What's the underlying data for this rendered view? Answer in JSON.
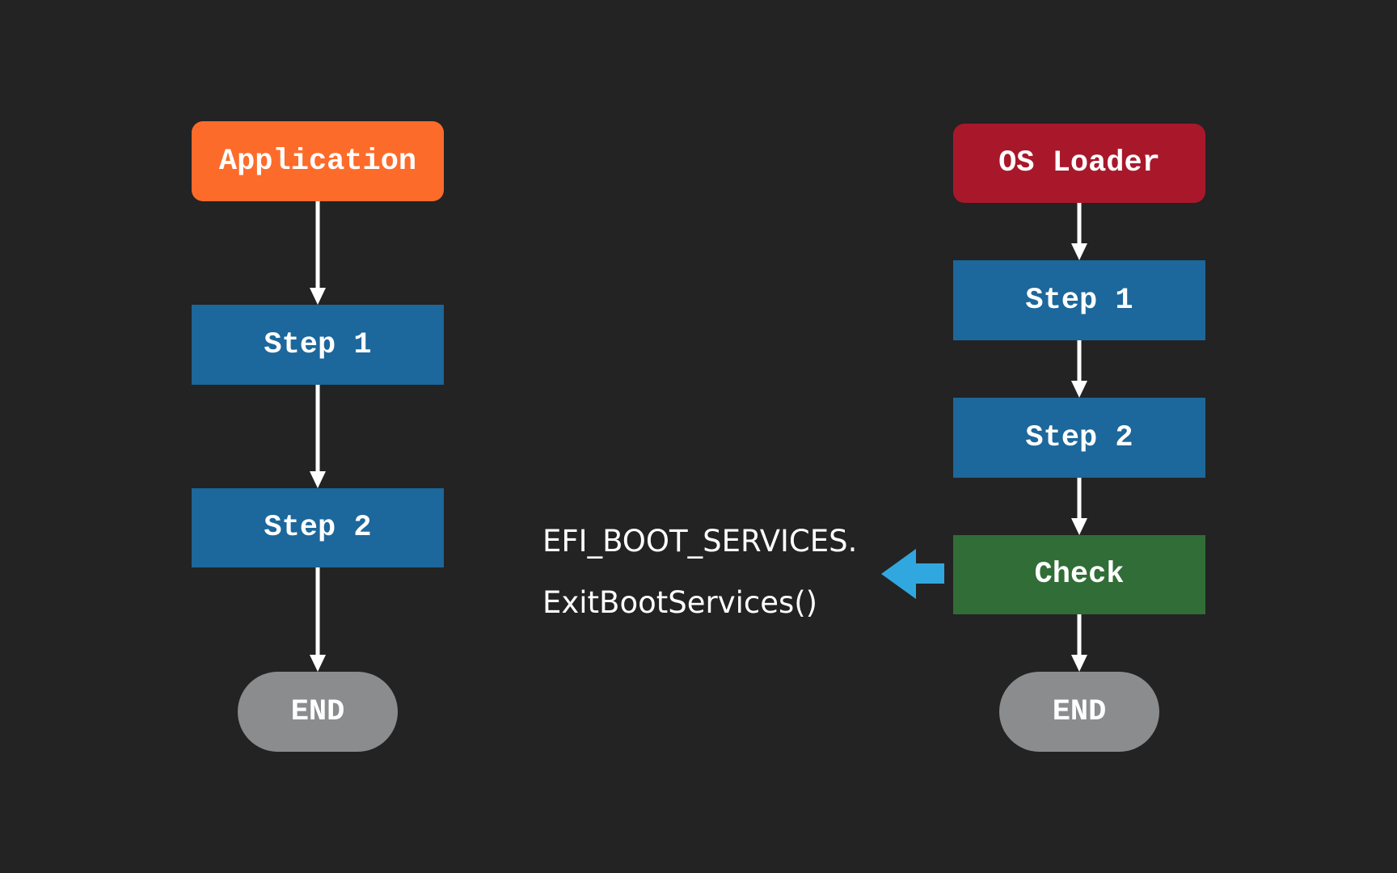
{
  "colors": {
    "background": "#232323",
    "application": "#fd6b2a",
    "os_loader": "#a9182a",
    "step": "#1c679b",
    "check": "#316d37",
    "end": "#8b8c8e",
    "connector": "#ffffff",
    "call_arrow": "#31a7e0"
  },
  "left_flow": {
    "start": "Application",
    "step1": "Step 1",
    "step2": "Step 2",
    "end": "END"
  },
  "right_flow": {
    "start": "OS Loader",
    "step1": "Step 1",
    "step2": "Step 2",
    "check": "Check",
    "end": "END"
  },
  "call": {
    "line1": "EFI_BOOT_SERVICES.",
    "line2": "ExitBootServices()"
  }
}
